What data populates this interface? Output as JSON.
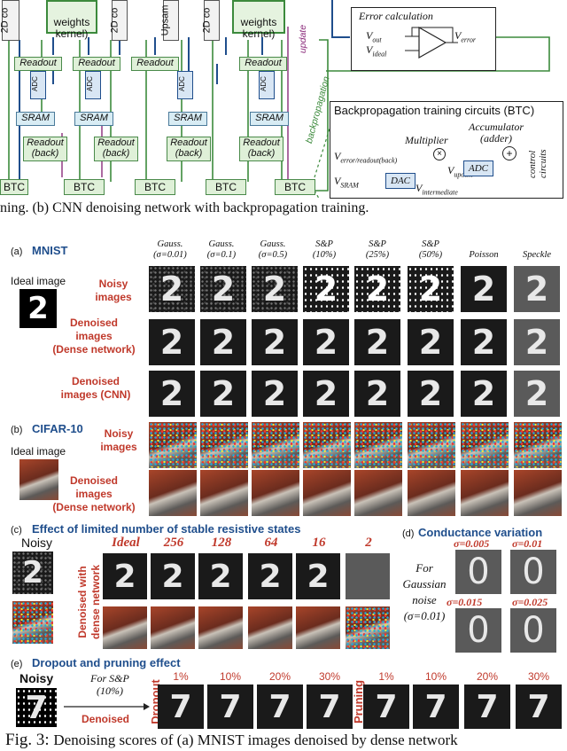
{
  "top_figure": {
    "blocks": {
      "conv_partial_1": "2D co",
      "weights_kernel_1": "weights\nkernel)",
      "conv_partial_2": "2D co",
      "upsample_partial": "Upsam",
      "conv_partial_3": "2D co",
      "weights_kernel_2": "weights\nkernel)"
    },
    "readout": "Readout",
    "adc": "ADC",
    "sram": "SRAM",
    "readout_back": "Readout\n(back)",
    "btc": "BTC",
    "update": "update",
    "backpropagation": "backpropagation",
    "error_calc": {
      "title": "Error calculation",
      "v_out": "V",
      "v_out_sub": "out",
      "v_ideal": "V",
      "v_ideal_sub": "ideal",
      "v_error": "V",
      "v_error_sub": "error"
    },
    "btc_panel": {
      "title": "Backpropagation training circuits (BTC)",
      "accumulator": "Accumulator\n(adder)",
      "multiplier": "Multiplier",
      "v_err_readout": "V",
      "v_err_readout_sub": "error/readout(back)",
      "v_update": "V",
      "v_update_sub": "update",
      "v_sram": "V",
      "v_sram_sub": "SRAM",
      "dac": "DAC",
      "adc": "ADC",
      "v_intermediate": "V",
      "v_intermediate_sub": "intermediate",
      "control": "control\ncircuits"
    },
    "caption": "ning. (b) CNN denoising network with backpropagation training."
  },
  "panel_a": {
    "tag": "(a)",
    "title": "MNIST",
    "ideal_label": "Ideal image",
    "ideal_digit": "2",
    "column_headers": [
      "Gauss.\n(σ=0.01)",
      "Gauss.\n(σ=0.1)",
      "Gauss.\n(σ=0.5)",
      "S&P\n(10%)",
      "S&P\n(25%)",
      "S&P\n(50%)",
      "Poisson",
      "Speckle"
    ],
    "row_labels": [
      "Noisy\nimages",
      "Denoised\nimages\n(Dense network)",
      "Denoised\nimages (CNN)"
    ],
    "digit": "2"
  },
  "panel_b": {
    "tag": "(b)",
    "title": "CIFAR-10",
    "ideal_label": "Ideal image",
    "row_labels": [
      "Noisy\nimages",
      "Denoised\nimages\n(Dense network)"
    ]
  },
  "panel_c": {
    "tag": "(c)",
    "title": "Effect of limited number of stable resistive states",
    "noisy_label": "Noisy",
    "side_label": "Denoised with\ndense network",
    "states": [
      "Ideal",
      "256",
      "128",
      "64",
      "16",
      "2"
    ],
    "digit": "2"
  },
  "panel_d": {
    "tag": "(d)",
    "title": "Conductance variation",
    "sigmas": [
      "σ=0.005",
      "σ=0.01",
      "σ=0.015",
      "σ=0.025"
    ],
    "note": "For\nGaussian\nnoise\n(σ=0.01)",
    "digit": "0"
  },
  "panel_e": {
    "tag": "(e)",
    "title": "Dropout and pruning effect",
    "noisy_label": "Noisy",
    "note": "For S&P\n(10%)",
    "denoised_label": "Denoised",
    "dropout_label": "Dropout",
    "pruning_label": "Pruning",
    "dropout_pcts": [
      "1%",
      "10%",
      "20%",
      "30%"
    ],
    "pruning_pcts": [
      "1%",
      "10%",
      "20%",
      "30%"
    ],
    "digit": "7"
  },
  "caption": {
    "prefix": "Fig. 3:",
    "text": "Denoising scores of (a) MNIST images denoised by dense network"
  }
}
